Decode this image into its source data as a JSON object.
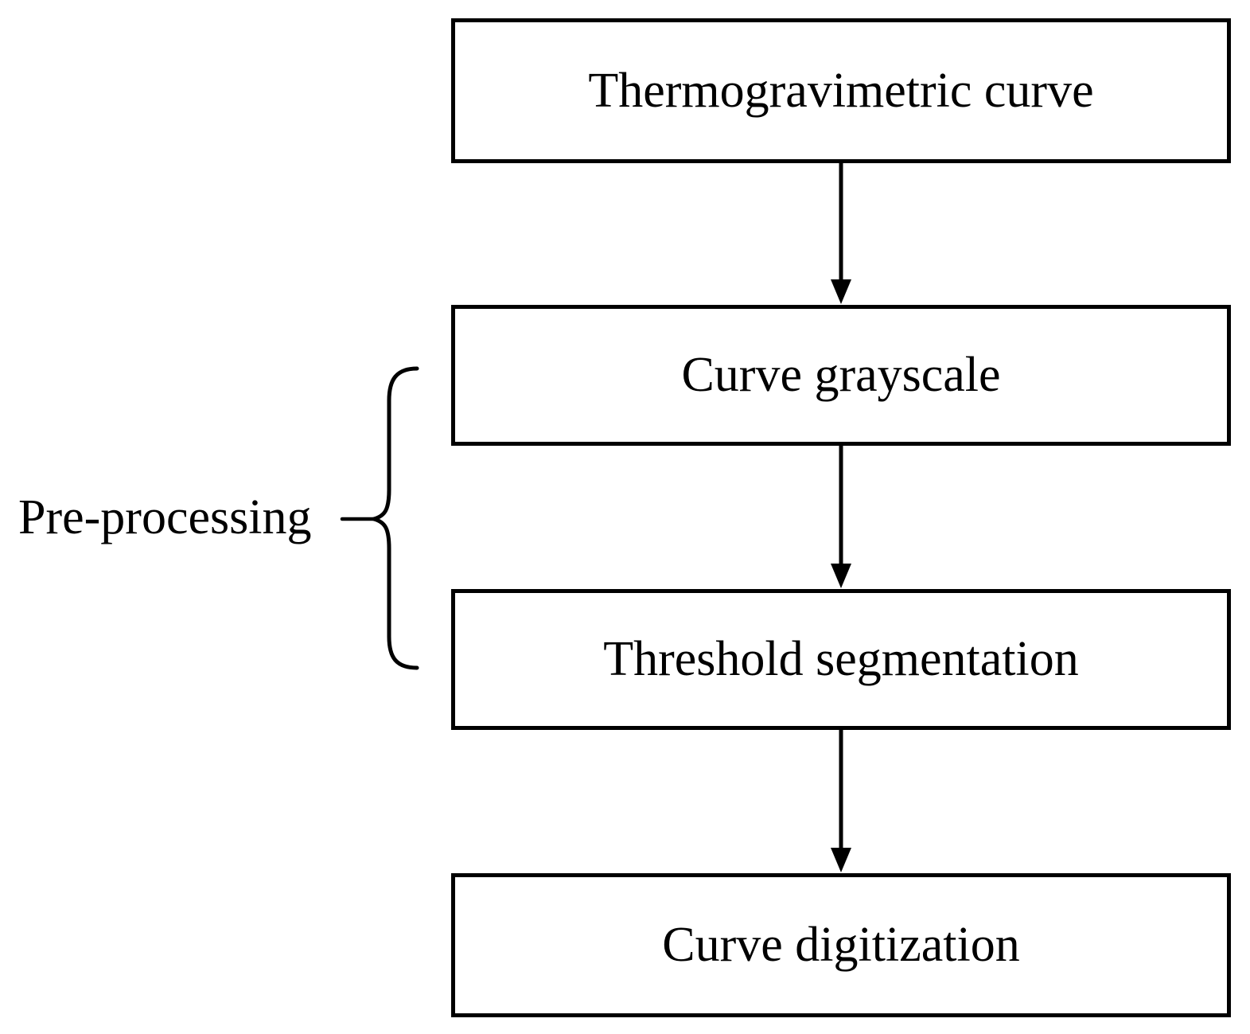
{
  "flowchart": {
    "nodes": [
      {
        "id": "thermogravimetric-curve",
        "label": "Thermogravimetric curve"
      },
      {
        "id": "curve-grayscale",
        "label": "Curve grayscale"
      },
      {
        "id": "threshold-segmentation",
        "label": "Threshold segmentation"
      },
      {
        "id": "curve-digitization",
        "label": "Curve digitization"
      }
    ],
    "connections": [
      {
        "from": "thermogravimetric-curve",
        "to": "curve-grayscale"
      },
      {
        "from": "curve-grayscale",
        "to": "threshold-segmentation"
      },
      {
        "from": "threshold-segmentation",
        "to": "curve-digitization"
      }
    ],
    "annotation": {
      "label": "Pre-processing",
      "groups": [
        "curve-grayscale",
        "threshold-segmentation"
      ]
    },
    "colors": {
      "stroke": "#000000",
      "box_fill": "#ffffff",
      "background": "#ffffff"
    }
  }
}
